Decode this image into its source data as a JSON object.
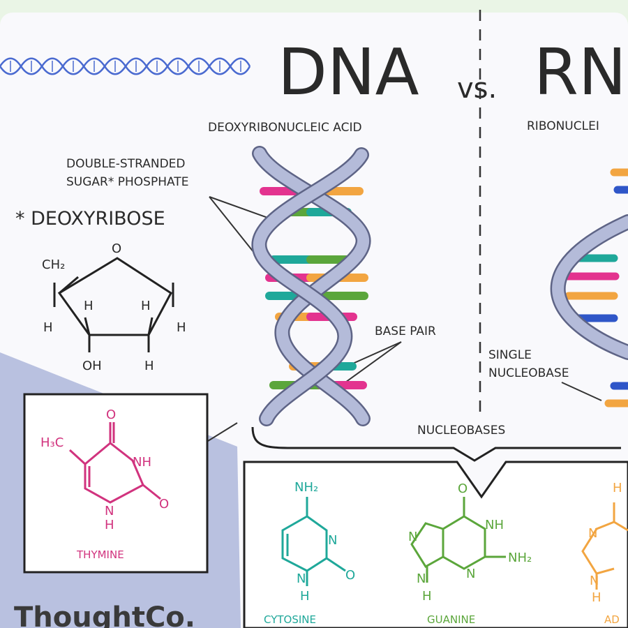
{
  "title": {
    "main": "DNA",
    "vs": "vs.",
    "right": "RN"
  },
  "labels": {
    "deoxy_acid": "DEOXYRIBONUCLEIC ACID",
    "ribo_acid": "RIBONUCLEI",
    "double_stranded_1": "DOUBLE-STRANDED",
    "double_stranded_2": "SUGAR* PHOSPHATE",
    "deoxyribose": "* DEOXYRIBOSE",
    "base_pair": "BASE PAIR",
    "single_1": "SINGLE",
    "single_2": "NUCLEOBASE",
    "nucleobases": "NUCLEOBASES"
  },
  "sugar": {
    "ch2": "CH₂",
    "o": "O",
    "h1": "H",
    "h2": "H",
    "h3": "H",
    "h4": "H",
    "oh": "OH",
    "h5": "H"
  },
  "thymine": {
    "name": "THYMINE",
    "h3c": "H₃C",
    "o_top": "O",
    "nh": "NH",
    "n": "N",
    "h": "H",
    "o_right": "O"
  },
  "cytosine": {
    "name": "CYTOSINE",
    "nh2": "NH₂",
    "n1": "N",
    "n2": "N",
    "h": "H",
    "o": "O"
  },
  "guanine": {
    "name": "GUANINE",
    "o": "O",
    "nh": "NH",
    "nh2": "NH₂",
    "n1": "N",
    "n2": "N",
    "n3": "N",
    "h": "H"
  },
  "adenine": {
    "name": "AD",
    "h": "H",
    "n1": "N",
    "n2": "N",
    "h2": "H"
  },
  "brand": "ThoughtCo.",
  "colors": {
    "pink": "#e3338f",
    "teal": "#1fa89a",
    "green": "#5ba63b",
    "orange": "#f2a541",
    "blue": "#2f56c8",
    "strand": "#b4bbd9",
    "panel": "#b9c1e0"
  }
}
